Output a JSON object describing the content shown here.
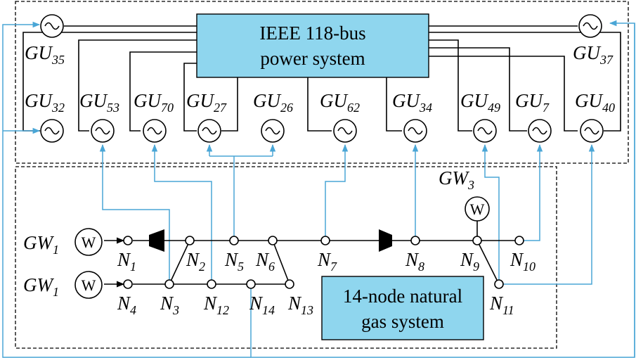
{
  "colors": {
    "box_fill": "#8fd6ee",
    "link": "#4aa6d6",
    "line": "#000000"
  },
  "power_box": {
    "line1": "IEEE 118-bus",
    "line2": "power system"
  },
  "gas_box": {
    "line1": "14-node natural",
    "line2": "gas system"
  },
  "generators": [
    {
      "id": "gu35",
      "base": "GU",
      "sub": "35"
    },
    {
      "id": "gu37",
      "base": "GU",
      "sub": "37"
    },
    {
      "id": "gu32",
      "base": "GU",
      "sub": "32"
    },
    {
      "id": "gu53",
      "base": "GU",
      "sub": "53"
    },
    {
      "id": "gu70",
      "base": "GU",
      "sub": "70"
    },
    {
      "id": "gu27",
      "base": "GU",
      "sub": "27"
    },
    {
      "id": "gu26",
      "base": "GU",
      "sub": "26"
    },
    {
      "id": "gu62",
      "base": "GU",
      "sub": "62"
    },
    {
      "id": "gu34",
      "base": "GU",
      "sub": "34"
    },
    {
      "id": "gu49",
      "base": "GU",
      "sub": "49"
    },
    {
      "id": "gu7",
      "base": "GU",
      "sub": "7"
    },
    {
      "id": "gu40",
      "base": "GU",
      "sub": "40"
    }
  ],
  "wells": [
    {
      "id": "gw1a",
      "base": "GW",
      "sub": "1",
      "symbol": "W"
    },
    {
      "id": "gw1b",
      "base": "GW",
      "sub": "1",
      "symbol": "W"
    },
    {
      "id": "gw3",
      "base": "GW",
      "sub": "3",
      "symbol": "W"
    }
  ],
  "nodes": [
    {
      "id": "n1",
      "base": "N",
      "sub": "1"
    },
    {
      "id": "n2",
      "base": "N",
      "sub": "2"
    },
    {
      "id": "n3",
      "base": "N",
      "sub": "3"
    },
    {
      "id": "n4",
      "base": "N",
      "sub": "4"
    },
    {
      "id": "n5",
      "base": "N",
      "sub": "5"
    },
    {
      "id": "n6",
      "base": "N",
      "sub": "6"
    },
    {
      "id": "n7",
      "base": "N",
      "sub": "7"
    },
    {
      "id": "n8",
      "base": "N",
      "sub": "8"
    },
    {
      "id": "n9",
      "base": "N",
      "sub": "9"
    },
    {
      "id": "n10",
      "base": "N",
      "sub": "10"
    },
    {
      "id": "n11",
      "base": "N",
      "sub": "11"
    },
    {
      "id": "n12",
      "base": "N",
      "sub": "12"
    },
    {
      "id": "n13",
      "base": "N",
      "sub": "13"
    },
    {
      "id": "n14",
      "base": "N",
      "sub": "14"
    }
  ]
}
